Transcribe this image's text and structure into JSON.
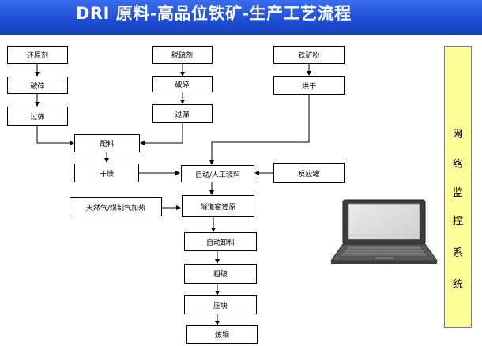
{
  "header": {
    "title": "DRI 原料-高品位铁矿-生产工艺流程"
  },
  "flow": {
    "reductant": "还原剂",
    "crush1": "破碎",
    "sieve1": "过筛",
    "desulfurizer": "脱硫剂",
    "crush2": "破碎",
    "sieve2": "过筛",
    "ore_powder": "铁矿粉",
    "drying_ore": "烘干",
    "batching": "配料",
    "drying": "干燥",
    "charging": "自动/人工装料",
    "reactor": "反应罐",
    "gas_heating": "天然气/煤制气加热",
    "tunnel_kiln": "隧道窑还原",
    "unloading": "自动卸料",
    "coarse_crush": "粗破",
    "briquetting": "压块",
    "steelmaking": "炼钢"
  },
  "side_panel": {
    "chars": [
      "网",
      "络",
      "监",
      "控",
      "系",
      "统"
    ]
  },
  "colors": {
    "header": "#1f4fd8",
    "panel": "#ffff99"
  }
}
